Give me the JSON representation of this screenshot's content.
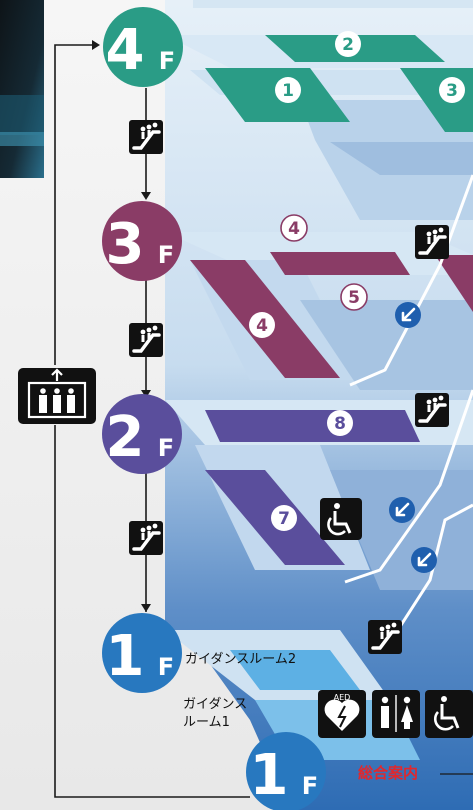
{
  "colors": {
    "floor4": "#2a9c86",
    "floor3": "#8a3c66",
    "floor2": "#5a4e9c",
    "floor1": "#2878bf",
    "connector": "#1a1a1a",
    "info_text": "#e0282e"
  },
  "floors": {
    "f4": {
      "number": "4",
      "suffix": "F"
    },
    "f3": {
      "number": "3",
      "suffix": "F"
    },
    "f2": {
      "number": "2",
      "suffix": "F"
    },
    "f1_upper": {
      "number": "1",
      "suffix": "F"
    },
    "f1_lower": {
      "number": "1",
      "suffix": "F"
    }
  },
  "rooms": {
    "f4": [
      "1",
      "2",
      "3"
    ],
    "f3": [
      "4",
      "5",
      "4"
    ],
    "f2": [
      "8",
      "7"
    ]
  },
  "labels": {
    "guidance_room_2": "ガイダンスルーム2",
    "guidance_room_1_line1": "ガイダンス",
    "guidance_room_1_line2": "ルーム1",
    "general_info": "総合案内",
    "aed": "AED"
  },
  "icons": [
    "escalator-icon",
    "elevator-icon",
    "accessibility-icon",
    "restroom-icon",
    "aed-icon",
    "down-arrow-icon"
  ]
}
